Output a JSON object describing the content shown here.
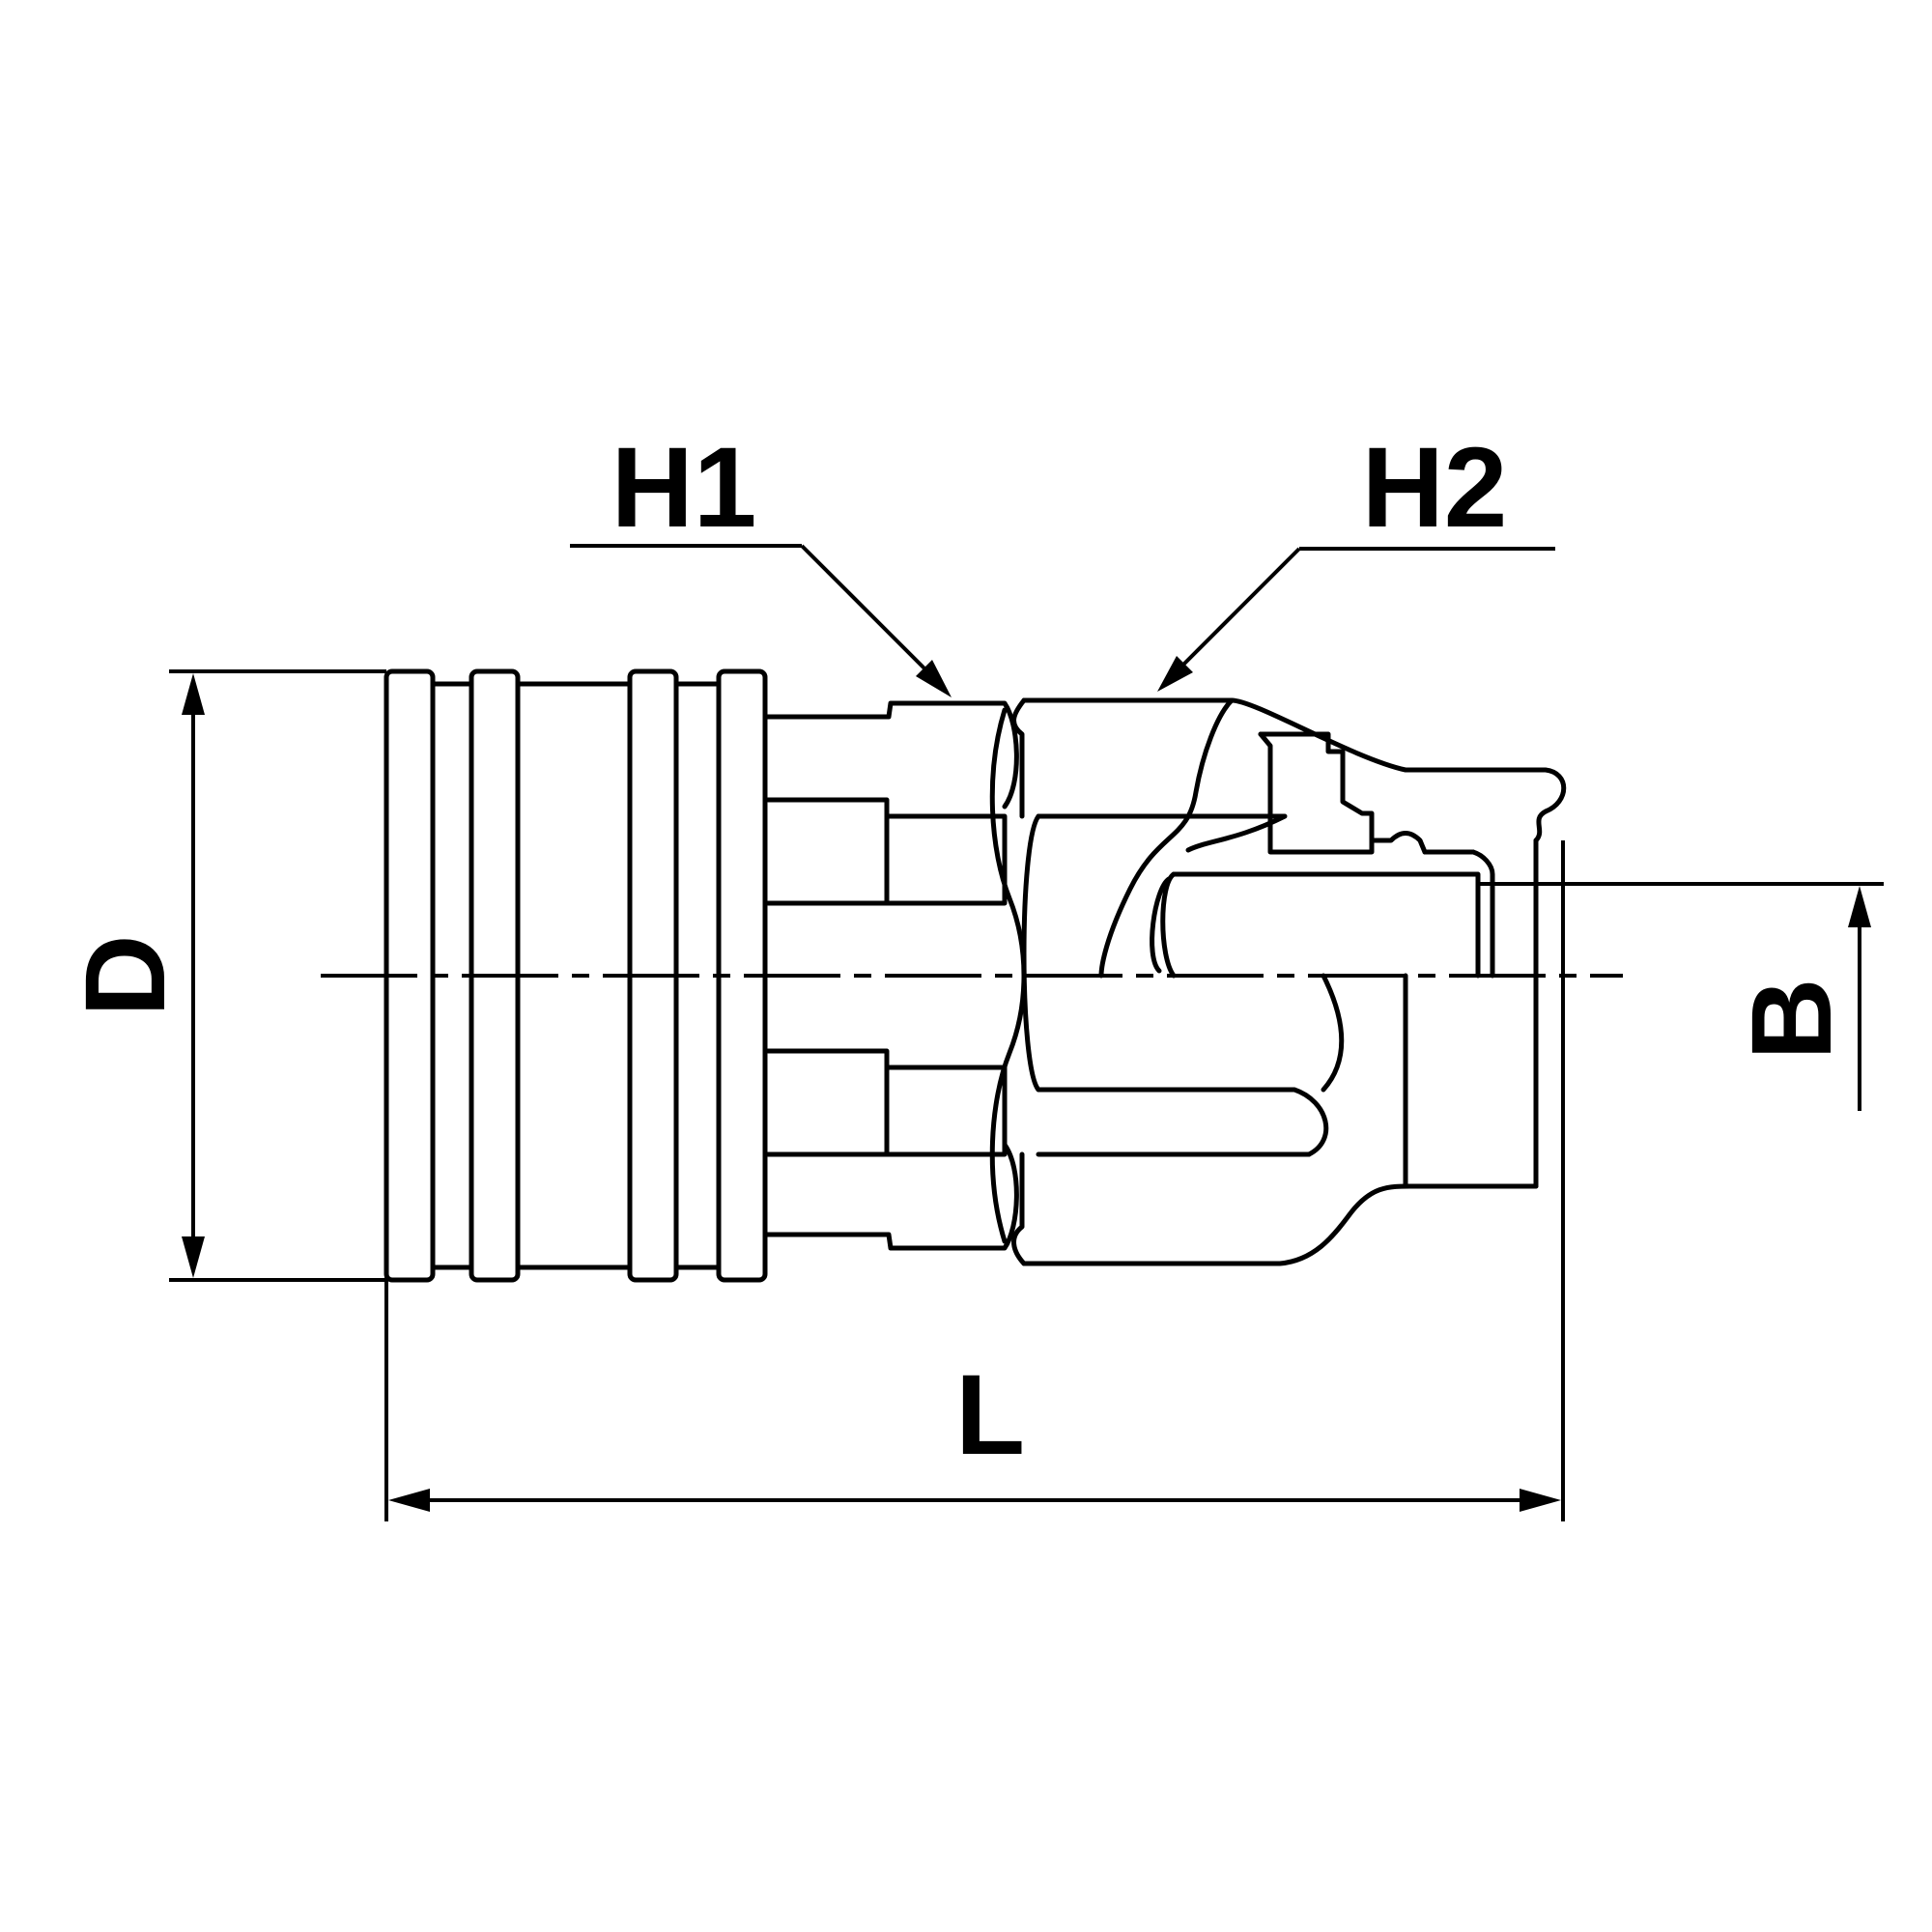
{
  "drawing": {
    "labels": {
      "h1": "H1",
      "h2": "H2",
      "d": "D",
      "b": "B",
      "l": "L"
    },
    "colors": {
      "line": "#000000",
      "background": "#ffffff"
    }
  }
}
